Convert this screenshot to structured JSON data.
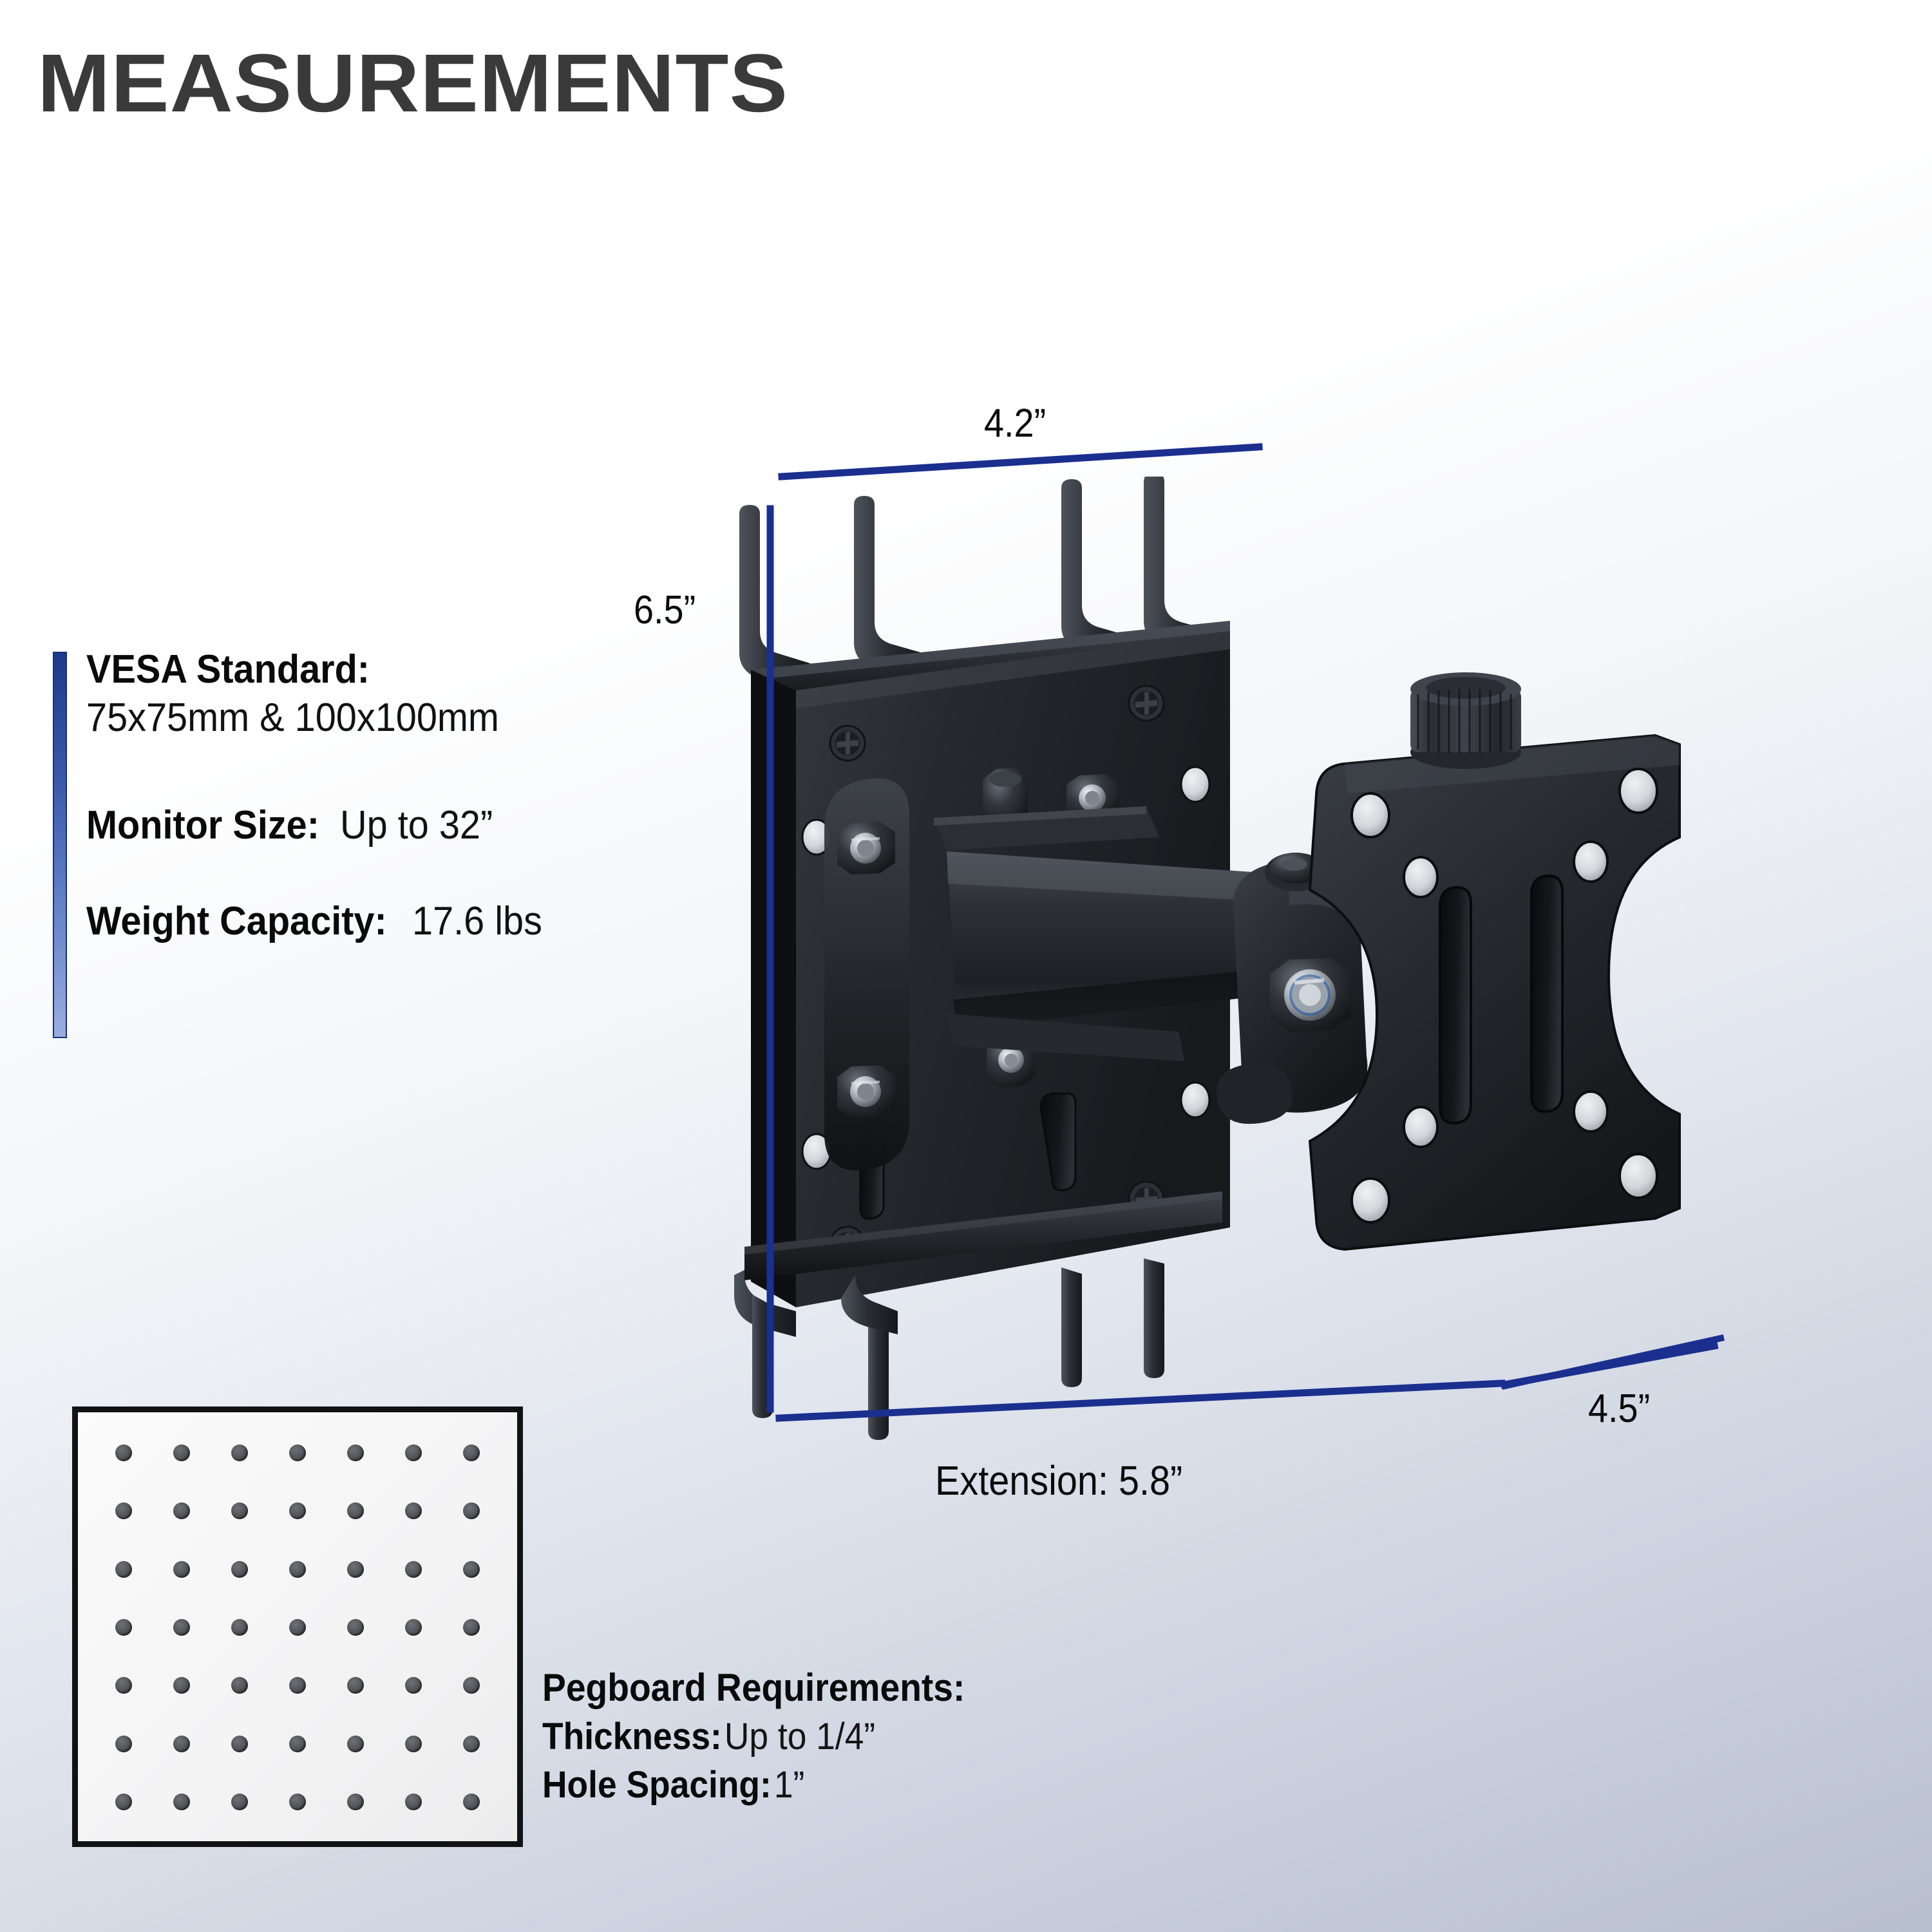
{
  "page": {
    "title": "MEASUREMENTS",
    "background_top": "#ffffff",
    "background_bottom": "#b8bfce",
    "accent_blue": "#1c3a8a"
  },
  "specs": {
    "gradient_top": "#1c3a8a",
    "gradient_bottom": "#9aaddf",
    "items": [
      {
        "label": "VESA Standard:",
        "value": "75x75mm & 100x100mm",
        "layout": "stacked"
      },
      {
        "label": "Monitor Size:",
        "value": "Up to 32”",
        "layout": "inline"
      },
      {
        "label": "Weight Capacity:",
        "value": "17.6 lbs",
        "layout": "inline"
      }
    ]
  },
  "dimensions": {
    "width": "4.2”",
    "height": "6.5”",
    "depth": "4.5”",
    "extension": "Extension: 5.8”",
    "line_color": "#1b2f8f"
  },
  "pegboard": {
    "title": "Pegboard Requirements:",
    "rows": [
      {
        "key": "Thickness:",
        "value": "Up to 1/4”"
      },
      {
        "key": "Hole Spacing:",
        "value": "1”"
      }
    ],
    "swatch": {
      "hole_columns": 7,
      "hole_rows": 7,
      "border_color": "#111214",
      "panel_color": "#fbfbfb",
      "hole_color": "#55585d"
    }
  },
  "product": {
    "name": "pegboard-monitor-mount",
    "finish_color": "#24262a",
    "parts": [
      "pegboard-hook-plate",
      "upper-hooks",
      "lower-hooks",
      "phillips-screws",
      "hex-bolts",
      "extension-arm",
      "pivot-joint",
      "vesa-plate",
      "tilt-knob"
    ]
  }
}
